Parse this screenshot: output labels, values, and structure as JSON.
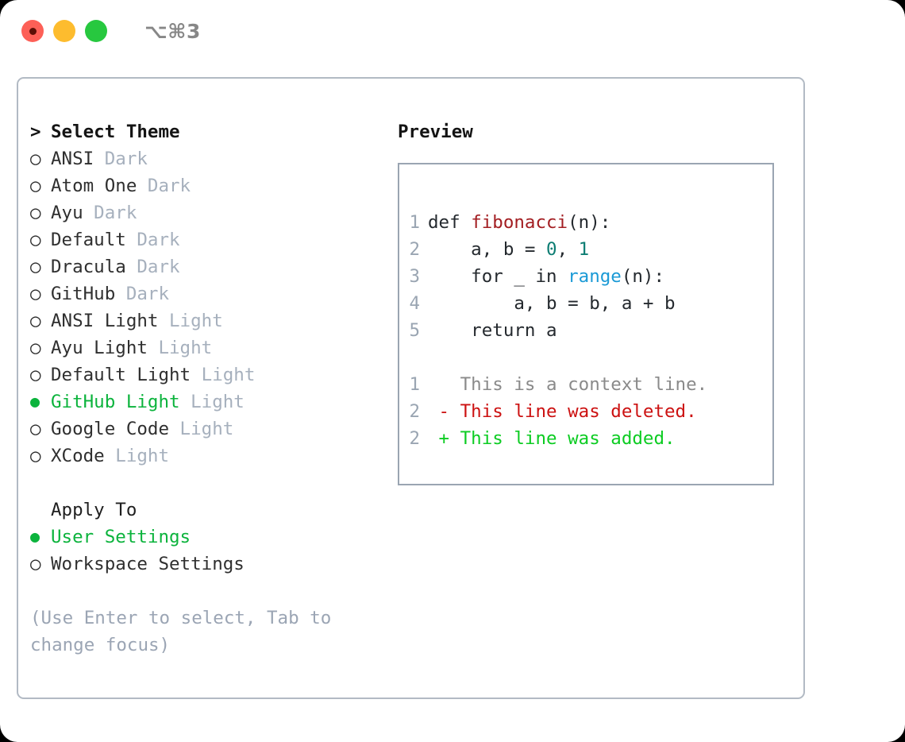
{
  "titlebar": {
    "traffic_lights": [
      {
        "name": "close",
        "color": "#fd6057"
      },
      {
        "name": "minimize",
        "color": "#fdbc2e"
      },
      {
        "name": "maximize",
        "color": "#27c83f"
      }
    ],
    "shortcut": "⌥⌘3"
  },
  "theme_list": {
    "header_marker": ">",
    "header_label": "Select Theme",
    "unselected_marker": "○",
    "selected_marker": "●",
    "selected_color": "#0bb33c",
    "items": [
      {
        "name": "ANSI",
        "category": "Dark",
        "selected": false
      },
      {
        "name": "Atom One",
        "category": "Dark",
        "selected": false
      },
      {
        "name": "Ayu",
        "category": "Dark",
        "selected": false
      },
      {
        "name": "Default",
        "category": "Dark",
        "selected": false
      },
      {
        "name": "Dracula",
        "category": "Dark",
        "selected": false
      },
      {
        "name": "GitHub",
        "category": "Dark",
        "selected": false
      },
      {
        "name": "ANSI Light",
        "category": "Light",
        "selected": false
      },
      {
        "name": "Ayu Light",
        "category": "Light",
        "selected": false
      },
      {
        "name": "Default Light",
        "category": "Light",
        "selected": false
      },
      {
        "name": "GitHub Light",
        "category": "Light",
        "selected": true
      },
      {
        "name": "Google Code",
        "category": "Light",
        "selected": false
      },
      {
        "name": "XCode",
        "category": "Light",
        "selected": false
      }
    ]
  },
  "apply_to": {
    "header_label": "Apply To",
    "options": [
      {
        "label": "User Settings",
        "selected": true
      },
      {
        "label": "Workspace Settings",
        "selected": false
      }
    ]
  },
  "hint": {
    "line1": "(Use Enter to select, Tab to",
    "line2": "change focus)"
  },
  "preview": {
    "title": "Preview",
    "code_lines": [
      {
        "num": "1",
        "tokens": [
          {
            "t": "def ",
            "c": "kw"
          },
          {
            "t": "fibonacci",
            "c": "fn"
          },
          {
            "t": "(n):",
            "c": "plain"
          }
        ]
      },
      {
        "num": "2",
        "tokens": [
          {
            "t": "    a, b = ",
            "c": "plain"
          },
          {
            "t": "0",
            "c": "num"
          },
          {
            "t": ", ",
            "c": "plain"
          },
          {
            "t": "1",
            "c": "num"
          }
        ]
      },
      {
        "num": "3",
        "tokens": [
          {
            "t": "    for ",
            "c": "kw"
          },
          {
            "t": "_ ",
            "c": "plain"
          },
          {
            "t": "in ",
            "c": "kw"
          },
          {
            "t": "range",
            "c": "call"
          },
          {
            "t": "(n):",
            "c": "plain"
          }
        ]
      },
      {
        "num": "4",
        "tokens": [
          {
            "t": "        a, b = b, a + b",
            "c": "plain"
          }
        ]
      },
      {
        "num": "5",
        "tokens": [
          {
            "t": "    return a",
            "c": "plain"
          }
        ]
      }
    ],
    "diff_lines": [
      {
        "num": "1",
        "sign": " ",
        "text": " This is a context line.",
        "kind": "ctx"
      },
      {
        "num": "2",
        "sign": "-",
        "text": " This line was deleted.",
        "kind": "del"
      },
      {
        "num": "2",
        "sign": "+",
        "text": " This line was added.",
        "kind": "add"
      }
    ]
  }
}
